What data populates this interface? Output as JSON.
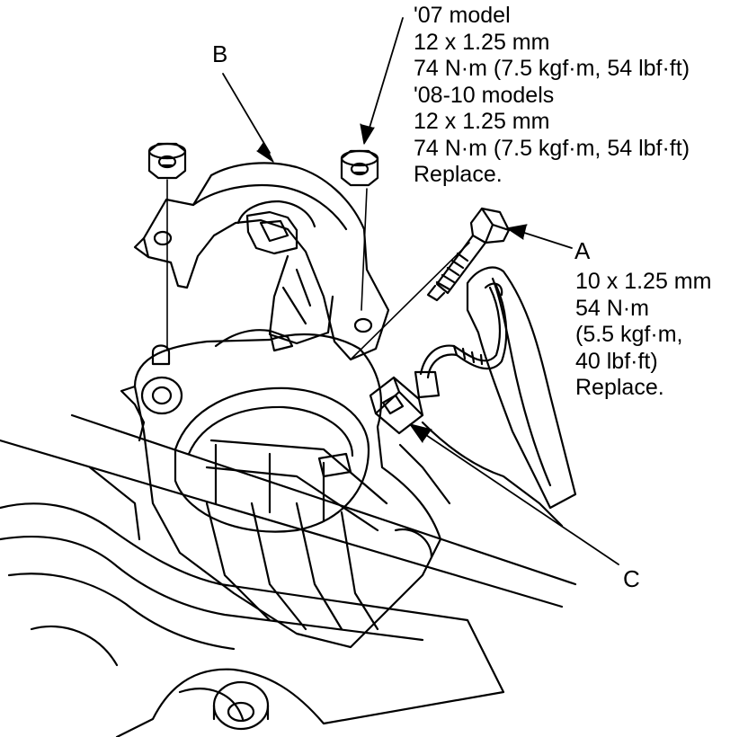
{
  "callouts": {
    "a": "A",
    "b": "B",
    "c": "C"
  },
  "spec_b_bolts": [
    "'07 model",
    "12 x 1.25 mm",
    "74 N·m (7.5 kgf·m, 54 lbf·ft)",
    "'08-10 models",
    "12 x 1.25 mm",
    "74 N·m (7.5 kgf·m, 54 lbf·ft)",
    "Replace."
  ],
  "spec_a_bolt": [
    "10 x 1.25 mm",
    "54 N·m",
    "(5.5 kgf·m,",
    "40 lbf·ft)",
    "Replace."
  ],
  "colors": {
    "ink": "#000000",
    "paper": "#ffffff"
  }
}
